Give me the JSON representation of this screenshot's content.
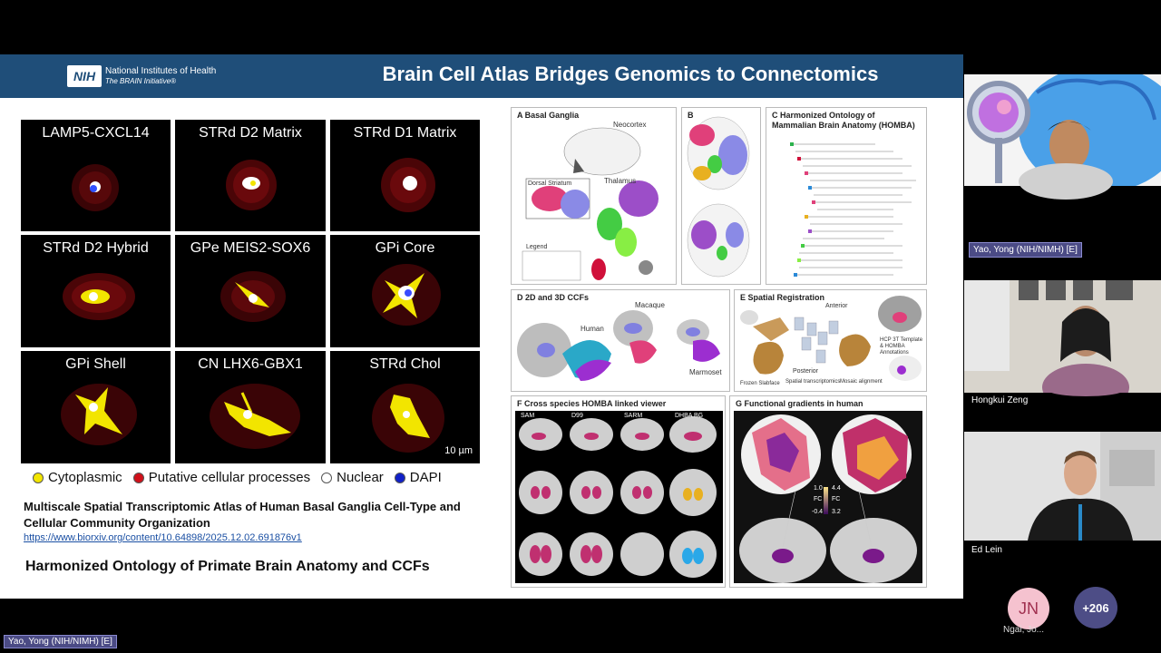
{
  "slide": {
    "header": {
      "logo_badge": "NIH",
      "logo_line1": "National Institutes of Health",
      "logo_line2": "The BRAIN Initiative®",
      "title": "Brain Cell Atlas Bridges Genomics to Connectomics"
    },
    "cells": [
      {
        "label": "LAMP5-CXCL14"
      },
      {
        "label": "STRd D2 Matrix"
      },
      {
        "label": "STRd D1 Matrix"
      },
      {
        "label": "STRd D2 Hybrid"
      },
      {
        "label": "GPe MEIS2-SOX6"
      },
      {
        "label": "GPi Core"
      },
      {
        "label": "GPi Shell"
      },
      {
        "label": "CN LHX6-GBX1"
      },
      {
        "label": "STRd Chol"
      }
    ],
    "scale_bar": "10 µm",
    "legend": [
      {
        "label": "Cytoplasmic",
        "color": "#f2e500"
      },
      {
        "label": "Putative cellular processes",
        "color": "#d0101a"
      },
      {
        "label": "Nuclear",
        "color": "#ffffff"
      },
      {
        "label": "DAPI",
        "color": "#1020c8"
      }
    ],
    "paper_title": "Multiscale Spatial Transcriptomic Atlas of Human Basal Ganglia Cell-Type and Cellular Community Organization",
    "paper_link": "https://www.biorxiv.org/content/10.64898/2025.12.02.691876v1",
    "section_caption": "Harmonized Ontology of Primate Brain Anatomy and CCFs",
    "figure": {
      "panel_a": {
        "title": "A  Basal Ganglia",
        "neocortex": "Neocortex",
        "thalamus": "Thalamus",
        "dorsal_striatum": "Dorsal Striatum",
        "legend": "Legend"
      },
      "panel_b": {
        "title": "B"
      },
      "panel_c": {
        "title": "C  Harmonized Ontology of Mammalian Brain Anatomy (HOMBA)"
      },
      "panel_d": {
        "title": "D  2D and 3D CCFs",
        "human": "Human",
        "macaque": "Macaque",
        "marmoset": "Marmoset"
      },
      "panel_e": {
        "title": "E  Spatial Registration",
        "anterior": "Anterior",
        "posterior": "Posterior",
        "frozen": "Frozen Slabface",
        "spatial": "Spatial transcriptomics",
        "mosaic": "Mosaic alignment",
        "hcp": "HCP 3T Template & HOMBA Annotations"
      },
      "panel_f": {
        "title": "F  Cross species HOMBA linked viewer",
        "cols": [
          "SAM",
          "D99",
          "SARM",
          "DHBA BG"
        ]
      },
      "panel_g": {
        "title": "G  Functional gradients in human",
        "fc_left": "FC",
        "fc_right": "FC",
        "v1": "1.0",
        "v2": "-0.4",
        "v3": "4.4",
        "v4": "3.2"
      }
    }
  },
  "participants": [
    {
      "name": "Yao, Yong (NIH/NIMH) [E]"
    },
    {
      "name": "Hongkui Zeng"
    },
    {
      "name": "Ed Lein"
    }
  ],
  "avatar": {
    "initials": "JN",
    "label": "Ngai, Jo..."
  },
  "more_count": "+206",
  "active_speaker": "Yao, Yong (NIH/NIMH) [E]"
}
